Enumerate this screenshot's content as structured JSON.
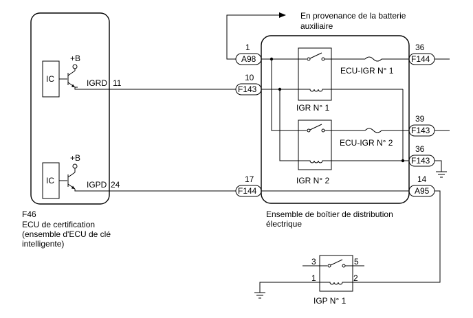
{
  "ecu": {
    "code": "F46",
    "name_line1": "ECU de certification",
    "name_line2": "(ensemble d'ECU de clé",
    "name_line3": "intelligente)",
    "upper_ic": "IC",
    "lower_ic": "IC",
    "upper_supply": "+B",
    "lower_supply": "+B",
    "pin_igrd_name": "IGRD",
    "pin_igrd_no": "11",
    "pin_igpd_name": "IGPD",
    "pin_igpd_no": "24"
  },
  "battery_note": {
    "line1": "En provenance de la batterie",
    "line2": "auxiliaire"
  },
  "junction_box": {
    "name_line1": "Ensemble de boîtier de distribution",
    "name_line2": "électrique",
    "relay_igr1": "IGR N° 1",
    "relay_igr2": "IGR N° 2",
    "fuse_ecu_igr1": "ECU-IGR N° 1",
    "fuse_ecu_igr2": "ECU-IGR N° 2",
    "connectors": {
      "a98": {
        "id": "A98",
        "pin": "1"
      },
      "f143_in": {
        "id": "F143",
        "pin": "10"
      },
      "f144_in": {
        "id": "F144",
        "pin": "17"
      },
      "f144_out": {
        "id": "F144",
        "pin": "36"
      },
      "f143_out39": {
        "id": "F143",
        "pin": "39"
      },
      "f143_gnd": {
        "id": "F143",
        "pin": "36"
      },
      "a95": {
        "id": "A95",
        "pin": "14"
      }
    }
  },
  "igp_relay": {
    "name": "IGP N° 1",
    "pin3": "3",
    "pin5": "5",
    "pin1": "1",
    "pin2": "2"
  }
}
